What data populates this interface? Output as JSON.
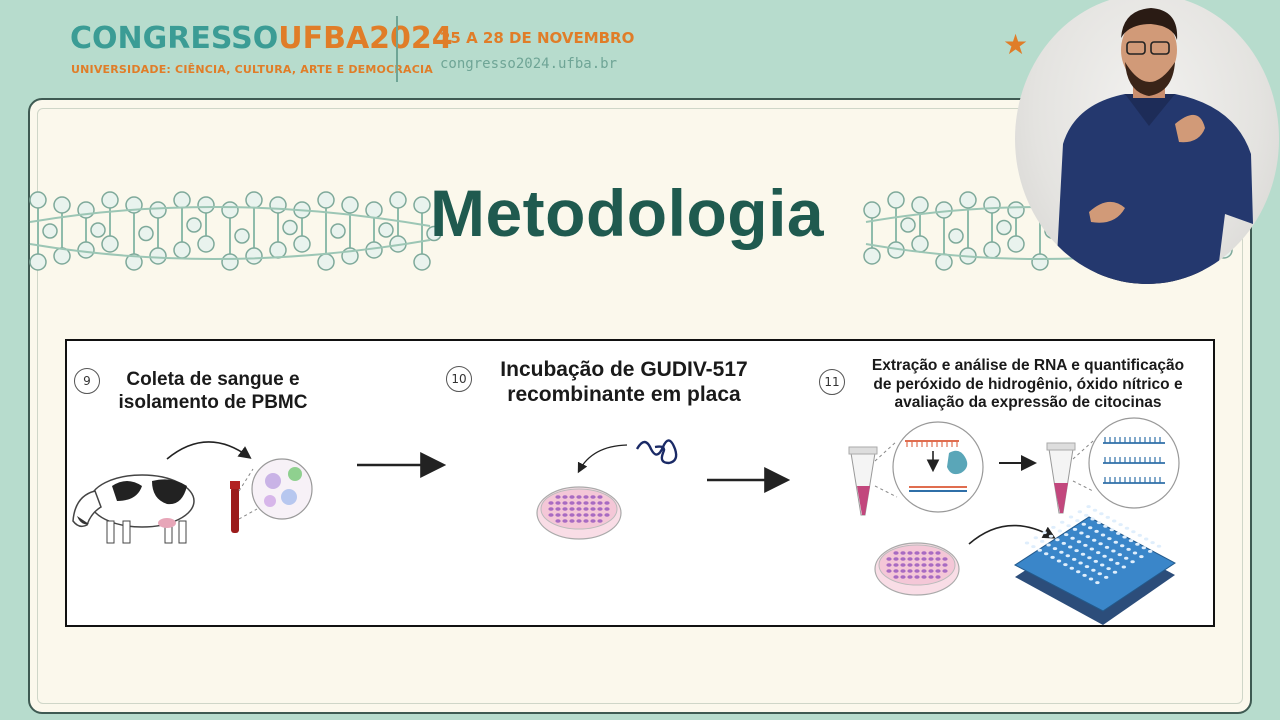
{
  "header": {
    "event_name_part1": "CONGRESSO",
    "event_name_part2": "UFBA2024",
    "event_subtitle": "UNIVERSIDADE: CIÊNCIA, CULTURA, ARTE E DEMOCRACIA",
    "dates": "25 A 28 DE NOVEMBRO",
    "website": "congresso2024.ufba.br",
    "star_icon": "star-icon"
  },
  "slide": {
    "title": "Metodologia",
    "steps": [
      {
        "number": "9",
        "text_line1": "Coleta de sangue e",
        "text_line2": "isolamento de PBMC"
      },
      {
        "number": "10",
        "text_line1": "Incubação de GUDIV-517",
        "text_line2": "recombinante em placa"
      },
      {
        "number": "11",
        "text_line1": "Extração e análise de RNA e quantificação",
        "text_line2": "de peróxido de hidrogênio,  óxido nítrico e",
        "text_line3": "avaliação da  expressão de citocinas"
      }
    ]
  },
  "colors": {
    "background": "#b7dccd",
    "teal": "#3b9c95",
    "orange": "#e07d28",
    "title_green": "#1f5a4f",
    "slide_bg": "#fbf8ec"
  }
}
